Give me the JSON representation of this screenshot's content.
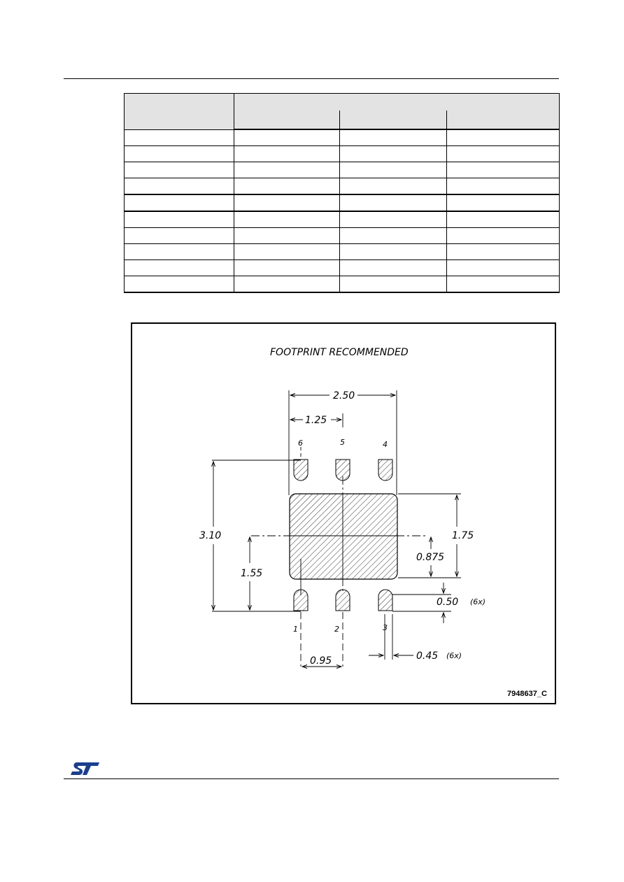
{
  "figure": {
    "title": "FOOTPRINT RECOMMENDED",
    "id": "7948637_C",
    "dimensions": {
      "overall_width": "2.50",
      "half_width": "1.25",
      "overall_height": "3.10",
      "half_height": "1.55",
      "pad_height": "1.75",
      "pad_half_height": "0.875",
      "lead_length": "0.50",
      "lead_width": "0.45",
      "lead_pitch": "0.95",
      "multiplier": "(6x)"
    },
    "pins": {
      "p1": "1",
      "p2": "2",
      "p3": "3",
      "p4": "4",
      "p5": "5",
      "p6": "6"
    }
  },
  "logo": {
    "name": "st-logo-icon",
    "color": "#1a3f8f"
  }
}
